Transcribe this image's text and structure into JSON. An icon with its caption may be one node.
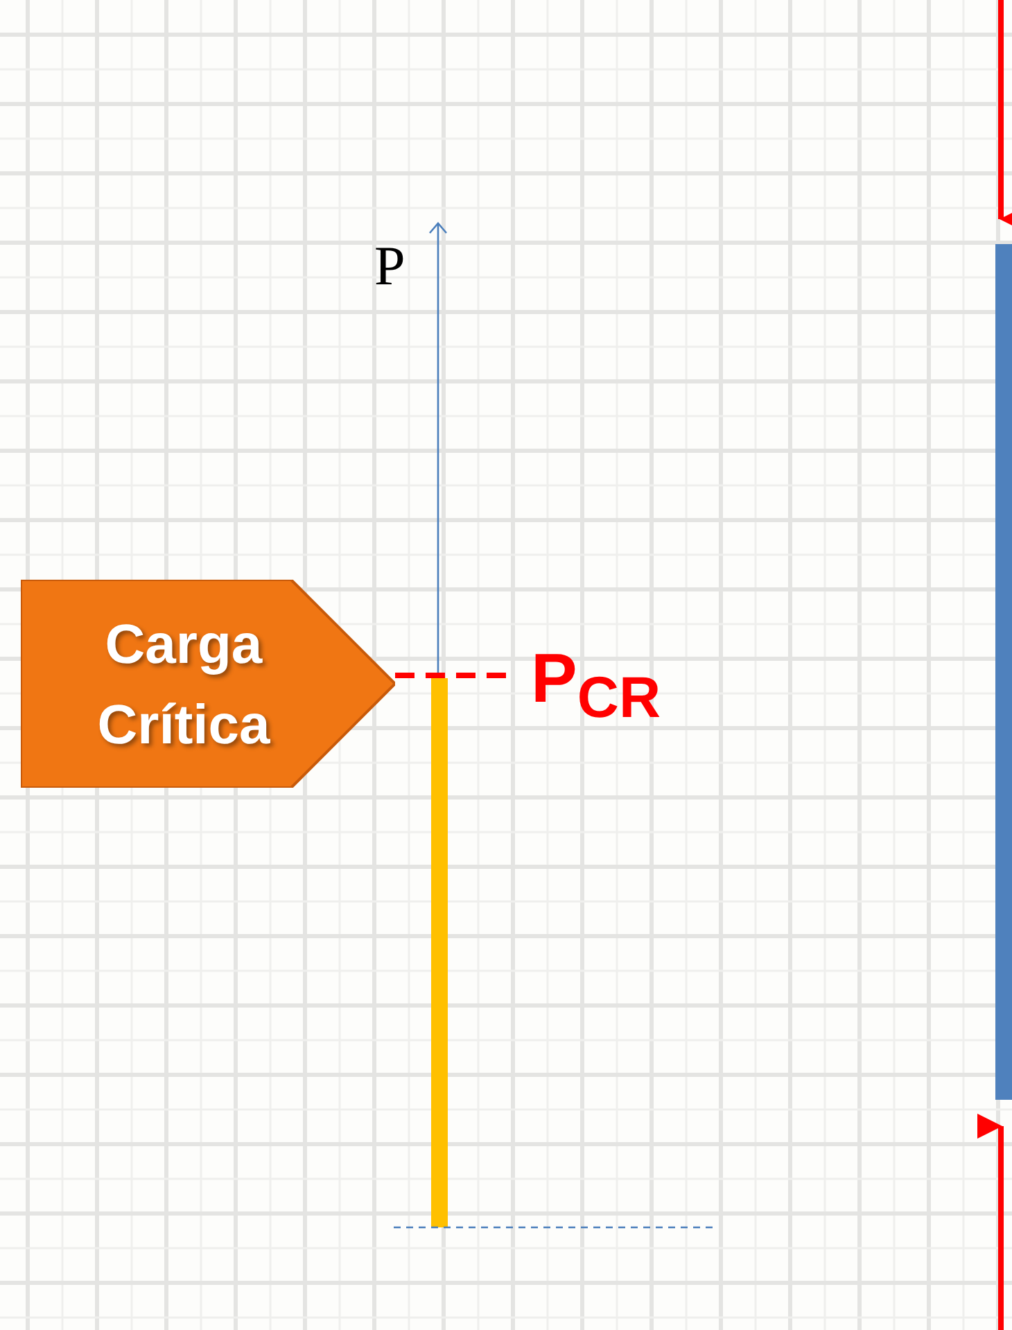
{
  "diagram": {
    "nodes": [
      {
        "text": [
          "Carga Crítica"
        ]
      }
    ],
    "edges": [],
    "labels": [
      "P",
      "P$_{CR}$"
    ]
  }
}
